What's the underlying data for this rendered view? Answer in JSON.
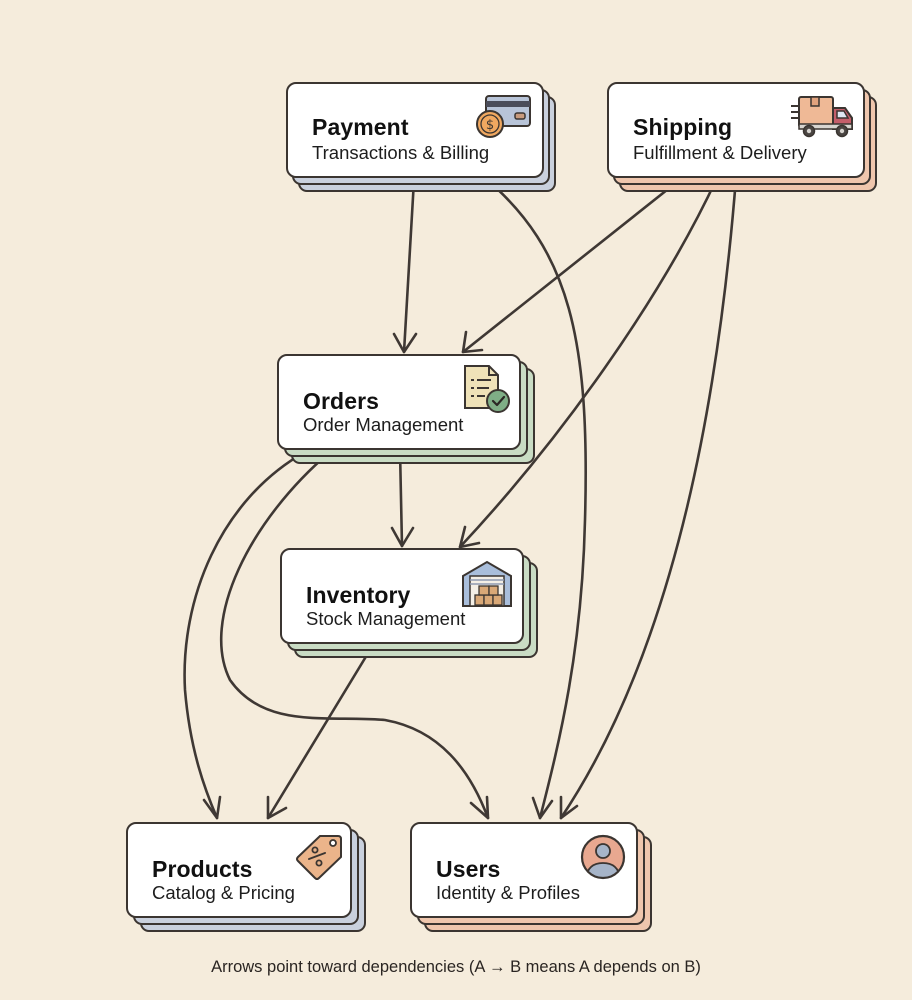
{
  "diagram": {
    "type": "dependency-graph",
    "caption": "Arrows point toward dependencies (A → B means A depends on B)",
    "nodes": [
      {
        "id": "payment",
        "title": "Payment",
        "subtitle": "Transactions & Billing",
        "icon": "credit-card-coin-icon",
        "stack_color": "#c9d0dd"
      },
      {
        "id": "shipping",
        "title": "Shipping",
        "subtitle": "Fulfillment & Delivery",
        "icon": "delivery-truck-icon",
        "stack_color": "#efc6ad"
      },
      {
        "id": "orders",
        "title": "Orders",
        "subtitle": "Order Management",
        "icon": "checked-document-icon",
        "stack_color": "#c9dcc4"
      },
      {
        "id": "inventory",
        "title": "Inventory",
        "subtitle": "Stock Management",
        "icon": "warehouse-icon",
        "stack_color": "#c9dcc4"
      },
      {
        "id": "products",
        "title": "Products",
        "subtitle": "Catalog & Pricing",
        "icon": "price-tag-icon",
        "stack_color": "#c9d0dd"
      },
      {
        "id": "users",
        "title": "Users",
        "subtitle": "Identity & Profiles",
        "icon": "user-profile-icon",
        "stack_color": "#efc6ad"
      }
    ],
    "edges": [
      {
        "from": "payment",
        "to": "orders"
      },
      {
        "from": "payment",
        "to": "users"
      },
      {
        "from": "shipping",
        "to": "orders"
      },
      {
        "from": "shipping",
        "to": "inventory"
      },
      {
        "from": "shipping",
        "to": "users"
      },
      {
        "from": "orders",
        "to": "inventory"
      },
      {
        "from": "orders",
        "to": "products"
      },
      {
        "from": "orders",
        "to": "users"
      },
      {
        "from": "inventory",
        "to": "products"
      }
    ]
  }
}
